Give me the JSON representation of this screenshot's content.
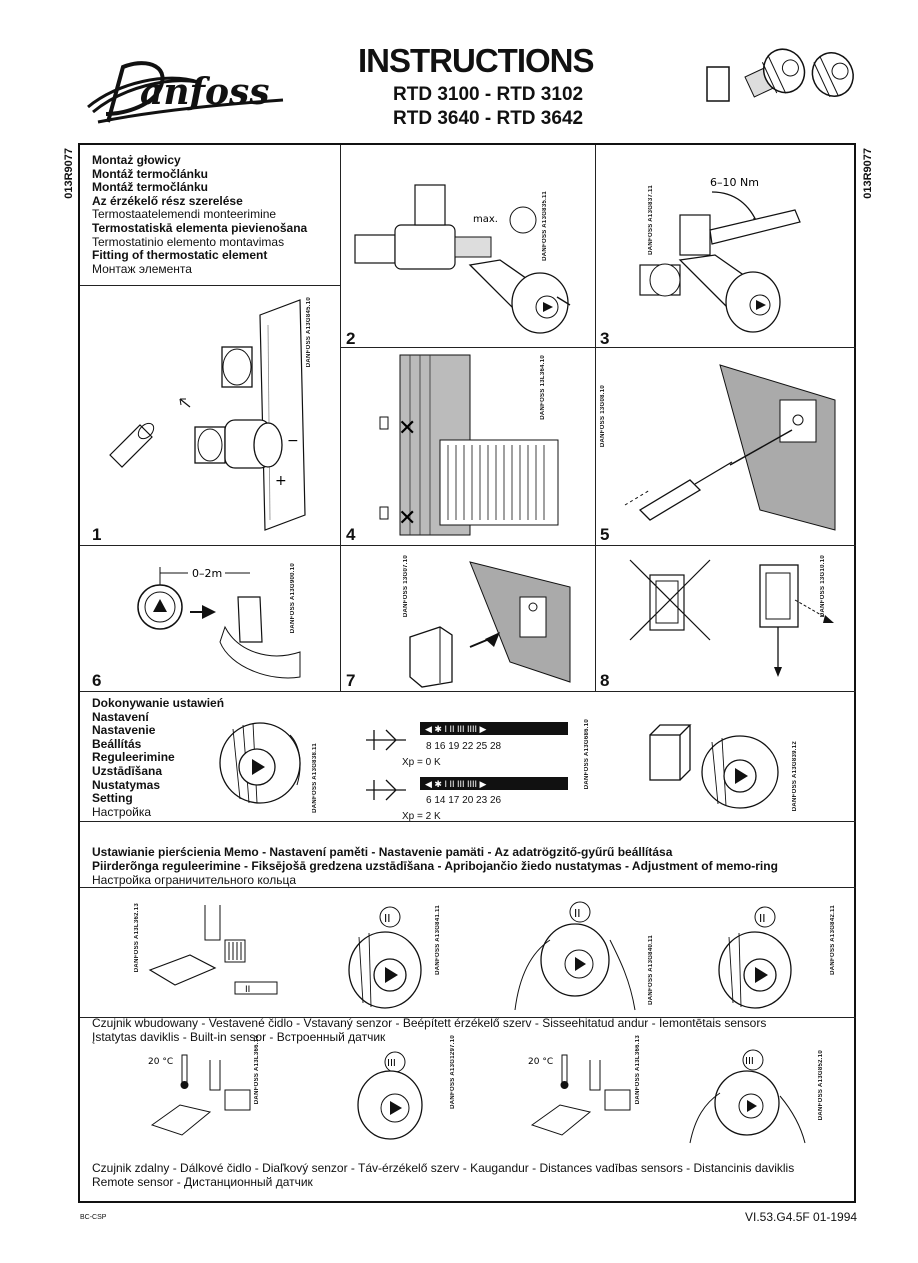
{
  "header": {
    "title": "INSTRUCTIONS",
    "models_line1": "RTD 3100 - RTD 3102",
    "models_line2": "RTD 3640 - RTD 3642",
    "doc_code": "013R9077"
  },
  "section_fitting": {
    "lines": [
      {
        "text": "Montaż głowicy",
        "bold": true
      },
      {
        "text": "Montáž termočlánku",
        "bold": true
      },
      {
        "text": "Montáž termočlánku",
        "bold": true
      },
      {
        "text": "Az érzékelő rész szerelése",
        "bold": true
      },
      {
        "text": "Termostaatelemendi monteerimine",
        "bold": false
      },
      {
        "text": "Termostatiskā elementa pievienošana",
        "bold": true
      },
      {
        "text": "Termostatinio elemento montavimas",
        "bold": false
      },
      {
        "text": "Fitting of thermostatic element",
        "bold": true
      },
      {
        "text": "Монтаж элемента",
        "bold": false
      }
    ],
    "torque": "6–10 Nm",
    "max_label": "max.",
    "distance": "0–2m"
  },
  "steps": [
    "1",
    "2",
    "3",
    "4",
    "5",
    "6",
    "7",
    "8"
  ],
  "figure_codes": {
    "f1": "DANFOSS A13G845.10",
    "f2": "DANFOSS A13G835.11",
    "f3": "DANFOSS A13G837.11",
    "f4": "DANFOSS 13L364.10",
    "f5": "DANFOSS 13G08.10",
    "f6": "DANFOSS A13G900.10",
    "f7": "DANFOSS 13G07.10",
    "f8": "DANFOSS 13G10.10",
    "f9": "DANFOSS A13G838.11",
    "f10": "DANFOSS A13G686.10",
    "f11": "DANFOSS A13G839.12",
    "f12": "DANFOSS A13L362.13",
    "f13": "DANFOSS A13G841.11",
    "f14": "DANFOSS A13G840.11",
    "f15": "DANFOSS A13G842.11",
    "f16": "DANFOSS A13L366.13",
    "f17": "DANFOSS A13G1297.10",
    "f18": "DANFOSS A13L366.13",
    "f19": "DANFOSS A13G852.10"
  },
  "section_setting": {
    "lines": [
      {
        "text": "Dokonywanie ustawień",
        "bold": true
      },
      {
        "text": "Nastavení",
        "bold": true
      },
      {
        "text": "Nastavenie",
        "bold": true
      },
      {
        "text": "Beállítás",
        "bold": true
      },
      {
        "text": "Reguleerimine",
        "bold": true
      },
      {
        "text": "Uzstādīšana",
        "bold": true
      },
      {
        "text": "Nustatymas",
        "bold": true
      },
      {
        "text": "Setting",
        "bold": true
      },
      {
        "text": "Настройка",
        "bold": false
      }
    ],
    "scale1_symbols": "◀ ✱  I  II  III  IIII ▶",
    "scale1_values": "8   16   19   22   25  28",
    "scale1_xp": "Xp = 0 K",
    "scale2_symbols": "◀ ✱  I  II  III  IIII ▶",
    "scale2_values": "6   14   17   20   23   26",
    "scale2_xp": "Xp = 2 K"
  },
  "section_memo": {
    "line1": "Ustawianie pierścienia Memo - Nastavení paměti - Nastavenie pamäti - Az adatrögzitő-gyűrű beállítása",
    "line2": "Piirderõnga reguleerimine - Fiksējošā gredzena uzstādīšana - Apribojančio žiedo nustatymas - Adjustment of memo-ring",
    "line3": "Настройка ограничительного кольца",
    "ring_label": "II",
    "ring_label2": "III"
  },
  "section_builtin": {
    "line1": "Czujnik wbudowany - Vestavené čidlo - Vstavaný senzor - Beépített érzékelő szerv - Sisseehitatud andur - Iemontētais sensors",
    "line2": "Įstatytas daviklis - Built-in sensor - Встроенный датчик",
    "temp": "20 °C"
  },
  "section_remote": {
    "line1": "Czujnik zdalny - Dálkové čidlo - Diaľkový senzor - Táv-érzékelő szerv - Kaugandur - Distances vadības sensors - Distancinis daviklis",
    "line2": "Remote sensor - Дистанционный датчик",
    "temp": "20 °C"
  },
  "footer": {
    "left": "BC-CSP",
    "right": "VI.53.G4.5F  01-1994"
  },
  "colors": {
    "ink": "#111111",
    "paper": "#ffffff",
    "hatch": "#777777"
  }
}
